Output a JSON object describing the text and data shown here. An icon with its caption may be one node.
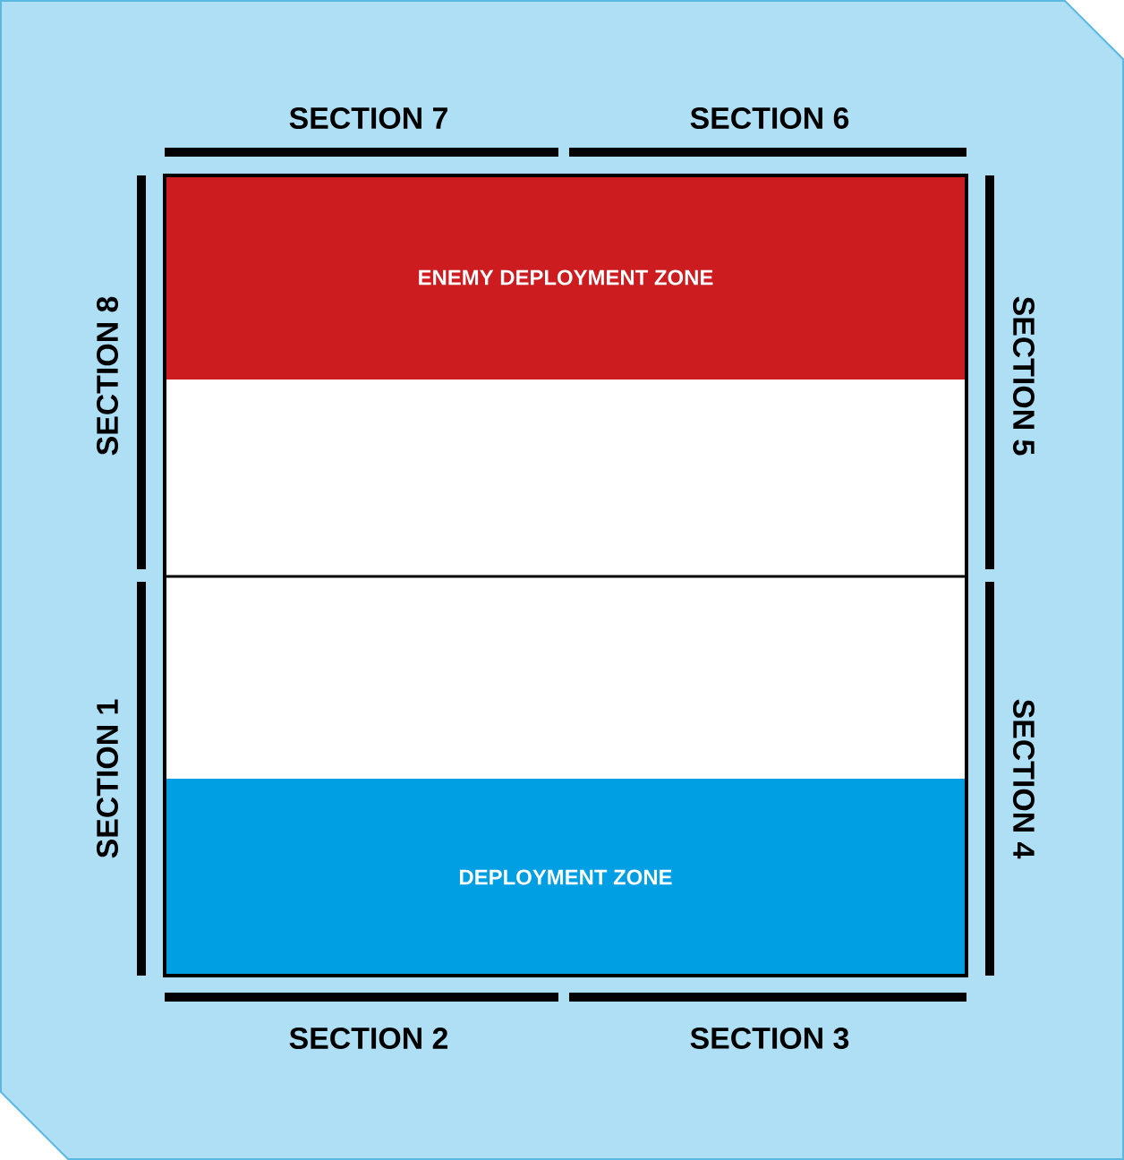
{
  "diagram": {
    "nodes": [
      {
        "text": [],
        "shape": "box"
      },
      {
        "text": [
          "ENEMY DEPLOYMENT ZONE"
        ],
        "in": 0
      },
      {
        "text": [
          "DEPLOYMENT ZONE"
        ],
        "in": 0
      }
    ],
    "edges": [],
    "labels": [
      "SECTION 7",
      "SECTION 6",
      "SECTION 8",
      "SECTION 5",
      "SECTION 1",
      "SECTION 4",
      "SECTION 2",
      "SECTION 3"
    ]
  }
}
